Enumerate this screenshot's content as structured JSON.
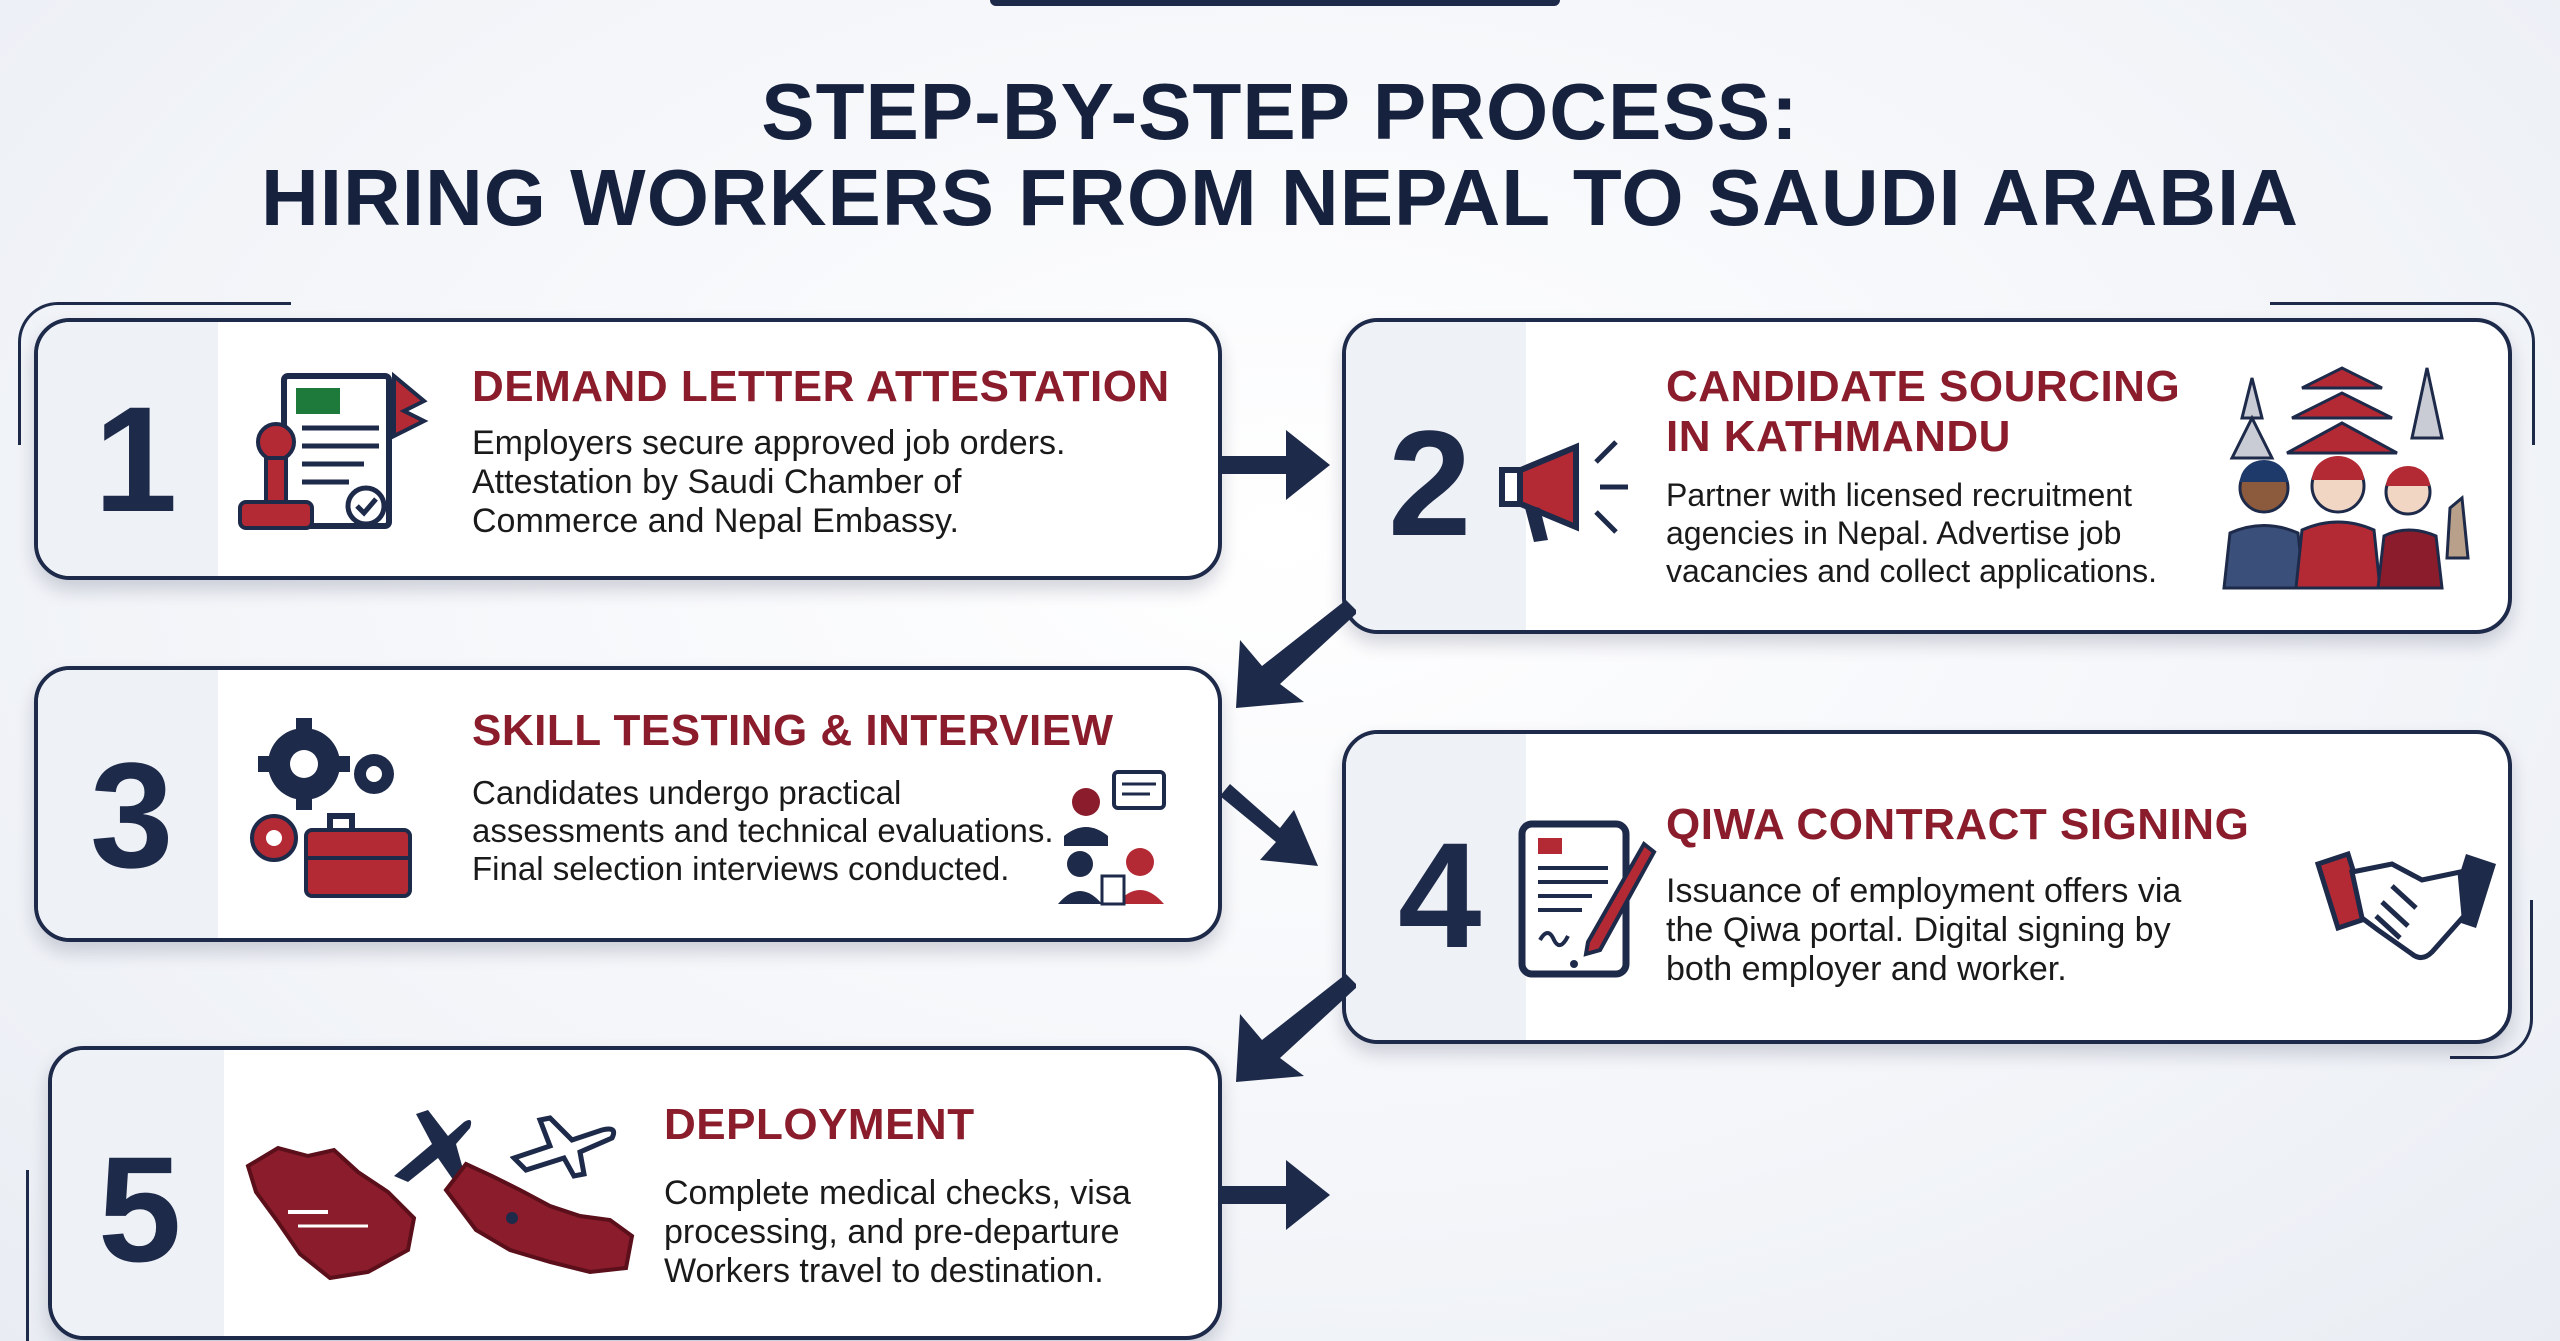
{
  "title": {
    "line1": "STEP-BY-STEP PROCESS:",
    "line2": "HIRING WORKERS FROM NEPAL TO SAUDI ARABIA"
  },
  "colors": {
    "navy": "#1e2a4a",
    "crimson": "#8a1c2b",
    "red": "#b32a35"
  },
  "steps": [
    {
      "number": "1",
      "heading": "DEMAND LETTER ATTESTATION",
      "lines": [
        "Employers secure approved job orders.",
        "Attestation by Saudi Chamber of",
        "Commerce and Nepal Embassy."
      ],
      "icons": [
        "stamp-document-icon",
        "nepal-flag-icon"
      ]
    },
    {
      "number": "2",
      "heading_lines": [
        "CANDIDATE SOURCING",
        "IN KATHMANDU"
      ],
      "lines": [
        "Partner with licensed recruitment",
        "agencies in Nepal. Advertise job",
        "vacancies and collect applications."
      ],
      "icons": [
        "megaphone-icon",
        "workers-temples-icon"
      ]
    },
    {
      "number": "3",
      "heading": "SKILL TESTING & INTERVIEW",
      "lines": [
        "Candidates undergo practical",
        "assessments and technical evaluations.",
        "Final selection interviews conducted."
      ],
      "icons": [
        "gears-toolbox-icon",
        "interview-icon"
      ]
    },
    {
      "number": "4",
      "heading": "QIWA CONTRACT SIGNING",
      "lines": [
        "Issuance of employment offers via",
        "the Qiwa portal. Digital signing by",
        "both employer and worker."
      ],
      "icons": [
        "tablet-signature-icon",
        "handshake-icon"
      ]
    },
    {
      "number": "5",
      "heading": "DEPLOYMENT",
      "lines": [
        "Complete medical checks, visa",
        "processing, and pre-departure",
        "Workers travel to destination."
      ],
      "icons": [
        "saudi-map-icon",
        "nepal-map-icon",
        "airplane-icon"
      ]
    }
  ]
}
